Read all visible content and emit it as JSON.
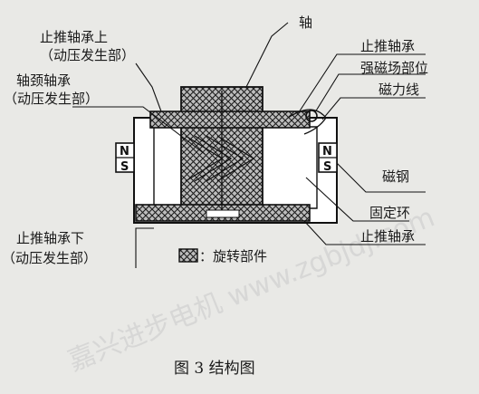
{
  "figure": {
    "caption": "图 3   结构图",
    "watermark": "嘉兴进步电机  www.zgbjdj.com"
  },
  "labels": {
    "shaft": "轴",
    "thrust_upper_1": "止推轴承上",
    "thrust_upper_2": "（动压发生部）",
    "journal_1": "轴颈轴承",
    "journal_2": "（动压发生部）",
    "thrust_right_top": "止推轴承",
    "strong_field": "强磁场部位",
    "flux_line": "磁力线",
    "magnet_steel": "磁钢",
    "fixed_ring": "固定环",
    "thrust_right_bottom": "止推轴承",
    "thrust_lower_1": "止推轴承下",
    "thrust_lower_2": "（动压发生部）",
    "legend": "：旋转部件"
  },
  "magnet": {
    "left_n": "N",
    "left_s": "S",
    "right_n": "N",
    "right_s": "S"
  },
  "colors": {
    "ink": "#111111",
    "paper": "#e9e9e6",
    "housing": "#ffffff",
    "hatch_bg": "#bdbdbd"
  }
}
